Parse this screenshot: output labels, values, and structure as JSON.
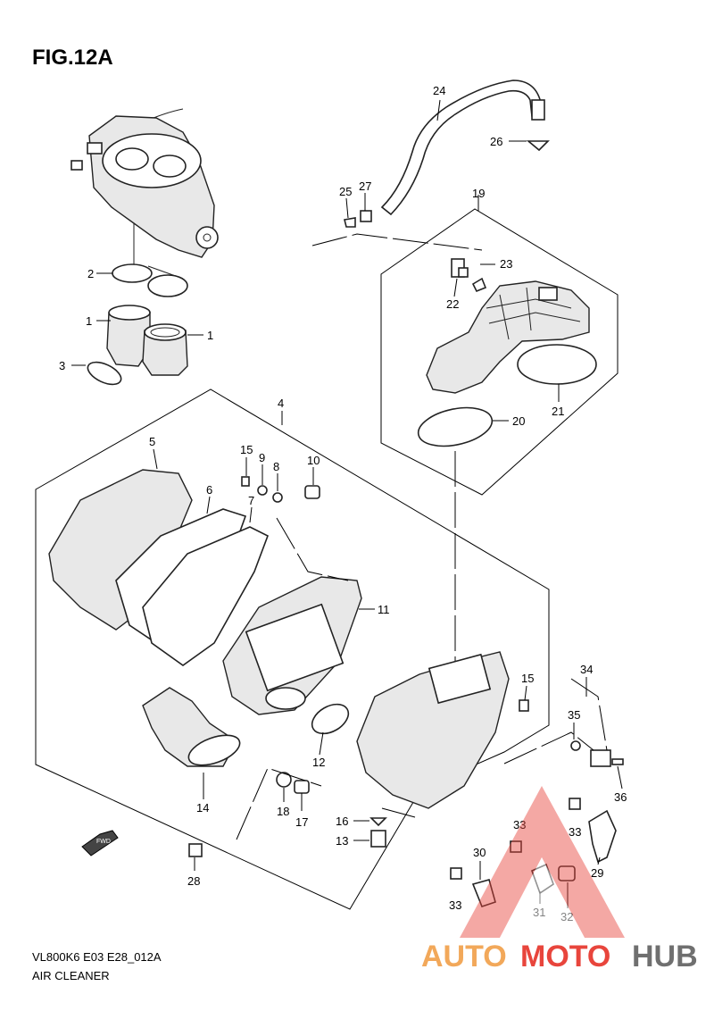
{
  "figure": {
    "title": "FIG.12A",
    "model_code": "VL800K6 E03 E28_012A",
    "caption": "AIR CLEANER"
  },
  "fwd_label": "FWD",
  "callouts": [
    {
      "id": "c1a",
      "label": "1"
    },
    {
      "id": "c1b",
      "label": "1"
    },
    {
      "id": "c2",
      "label": "2"
    },
    {
      "id": "c3",
      "label": "3"
    },
    {
      "id": "c4",
      "label": "4"
    },
    {
      "id": "c5",
      "label": "5"
    },
    {
      "id": "c6",
      "label": "6"
    },
    {
      "id": "c7",
      "label": "7"
    },
    {
      "id": "c8",
      "label": "8"
    },
    {
      "id": "c9",
      "label": "9"
    },
    {
      "id": "c10",
      "label": "10"
    },
    {
      "id": "c11",
      "label": "11"
    },
    {
      "id": "c12",
      "label": "12"
    },
    {
      "id": "c13",
      "label": "13"
    },
    {
      "id": "c14",
      "label": "14"
    },
    {
      "id": "c15a",
      "label": "15"
    },
    {
      "id": "c15b",
      "label": "15"
    },
    {
      "id": "c16",
      "label": "16"
    },
    {
      "id": "c17",
      "label": "17"
    },
    {
      "id": "c18",
      "label": "18"
    },
    {
      "id": "c19",
      "label": "19"
    },
    {
      "id": "c20",
      "label": "20"
    },
    {
      "id": "c21",
      "label": "21"
    },
    {
      "id": "c22",
      "label": "22"
    },
    {
      "id": "c23",
      "label": "23"
    },
    {
      "id": "c24",
      "label": "24"
    },
    {
      "id": "c25",
      "label": "25"
    },
    {
      "id": "c26",
      "label": "26"
    },
    {
      "id": "c27",
      "label": "27"
    },
    {
      "id": "c28",
      "label": "28"
    },
    {
      "id": "c29",
      "label": "29"
    },
    {
      "id": "c30",
      "label": "30"
    },
    {
      "id": "c31",
      "label": "31"
    },
    {
      "id": "c32",
      "label": "32"
    },
    {
      "id": "c33a",
      "label": "33"
    },
    {
      "id": "c33b",
      "label": "33"
    },
    {
      "id": "c33c",
      "label": "33"
    },
    {
      "id": "c34",
      "label": "34"
    },
    {
      "id": "c35",
      "label": "35"
    },
    {
      "id": "c36",
      "label": "36"
    }
  ],
  "watermark": {
    "part1": "AUTO",
    "part2": "MOTO",
    "part3": "HUB",
    "color_orange": "#f2a85a",
    "color_red": "#e8453c",
    "color_gray": "#6f6f6f"
  }
}
